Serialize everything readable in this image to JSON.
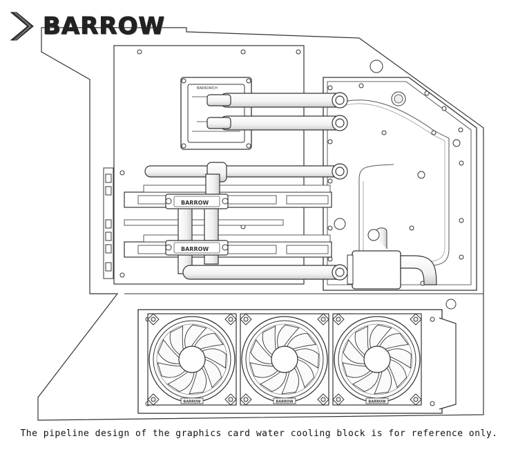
{
  "brand": {
    "name": "BARROW",
    "icon": "chevron-logo-icon"
  },
  "labels": {
    "pump_logo": "BARROWCH",
    "bridge_tag_top": "BARROW",
    "bridge_tag_bottom": "BARROW",
    "fan_tag_1": "BARROW",
    "fan_tag_2": "BARROW",
    "fan_tag_3": "BARROW"
  },
  "caption": "The pipeline design of the graphics card water cooling block is for reference only.",
  "colors": {
    "line": "#333333",
    "tube": "#f4f4f4",
    "background": "#ffffff",
    "tag": "#6b7088"
  }
}
